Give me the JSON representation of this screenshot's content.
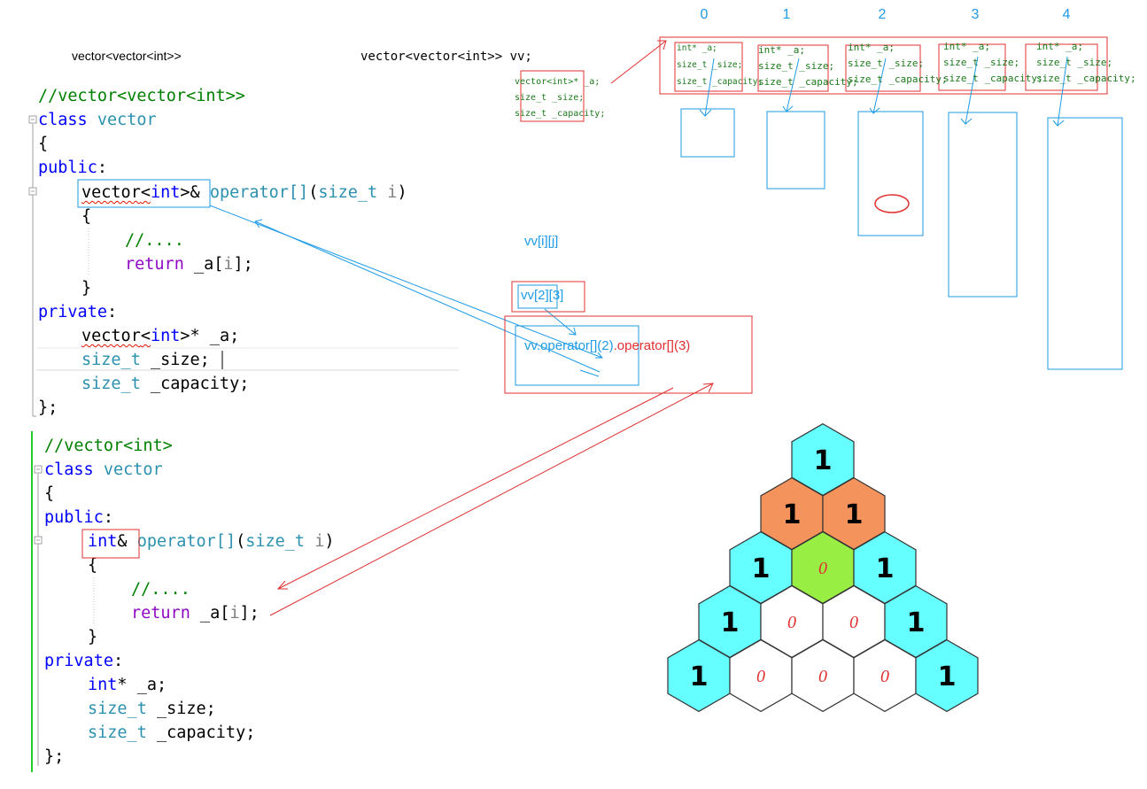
{
  "labels": {
    "vv_type_left": "vector<vector<int>>",
    "vv_decl": "vector<vector<int>> vv;",
    "outer_members": [
      "vector<int>* _a;",
      "size_t _size;",
      "size_t _capacity;"
    ],
    "inner_members": [
      "int* _a;",
      "size_t _size;",
      "size_t _capacity;"
    ],
    "indices": [
      "0",
      "1",
      "2",
      "3",
      "4"
    ],
    "vv_ij": "vv[i][j]",
    "vv_23": "vv[2][3]",
    "call_blue": "vv.operator[](2)",
    "call_red": ".operator[](3)"
  },
  "code_top": {
    "comment": "//vector<vector<int>>",
    "class_kw": "class",
    "class_name": "vector",
    "open_brace": "{",
    "public_kw": "public",
    "colon": ":",
    "op_ret_type": "vector",
    "op_ret_lt": "<",
    "op_ret_int": "int",
    "op_ret_gt": ">&",
    "op_name": "operator[]",
    "op_paren_open": "(",
    "op_param_type": "size_t",
    "op_param_name": "i",
    "op_paren_close": ")",
    "body_open": "{",
    "body_comment": "//....",
    "return_kw": "return",
    "return_expr": "_a[",
    "return_idx": "i",
    "return_end": "];",
    "body_close": "}",
    "private_kw": "private",
    "member1_type": "vector",
    "member1_lt": "<",
    "member1_int": "int",
    "member1_rest": ">* _a;",
    "member2_type": "size_t",
    "member2_rest": " _size;",
    "member3_type": "size_t",
    "member3_rest": " _capacity;",
    "class_close": "};"
  },
  "code_bottom": {
    "comment": "//vector<int>",
    "class_kw": "class",
    "class_name": "vector",
    "open_brace": "{",
    "public_kw": "public",
    "colon": ":",
    "op_ret_int": "int",
    "op_ret_amp": "&",
    "op_name": "operator[]",
    "op_paren_open": "(",
    "op_param_type": "size_t",
    "op_param_name": "i",
    "op_paren_close": ")",
    "body_open": "{",
    "body_comment": "//....",
    "return_kw": "return",
    "return_expr": "_a[",
    "return_idx": "i",
    "return_end": "];",
    "body_close": "}",
    "private_kw": "private",
    "member1_int": "int",
    "member1_rest": "* _a;",
    "member2_type": "size_t",
    "member2_rest": " _size;",
    "member3_type": "size_t",
    "member3_rest": " _capacity;",
    "class_close": "};"
  },
  "pascal_triangle": {
    "rows": [
      [
        "1"
      ],
      [
        "1",
        "1"
      ],
      [
        "1",
        "0",
        "1"
      ],
      [
        "1",
        "0",
        "0",
        "1"
      ],
      [
        "1",
        "0",
        "0",
        "0",
        "1"
      ]
    ],
    "colors": {
      "edge": "#66ffff",
      "row1": "#f4935c",
      "middle_highlight": "#99ee44",
      "inner": "#ffffff",
      "stroke": "#333333"
    }
  },
  "colors": {
    "annotation_red": "#e03030",
    "annotation_blue": "#1e9be6",
    "handwriting_green": "#1a7a1a"
  }
}
